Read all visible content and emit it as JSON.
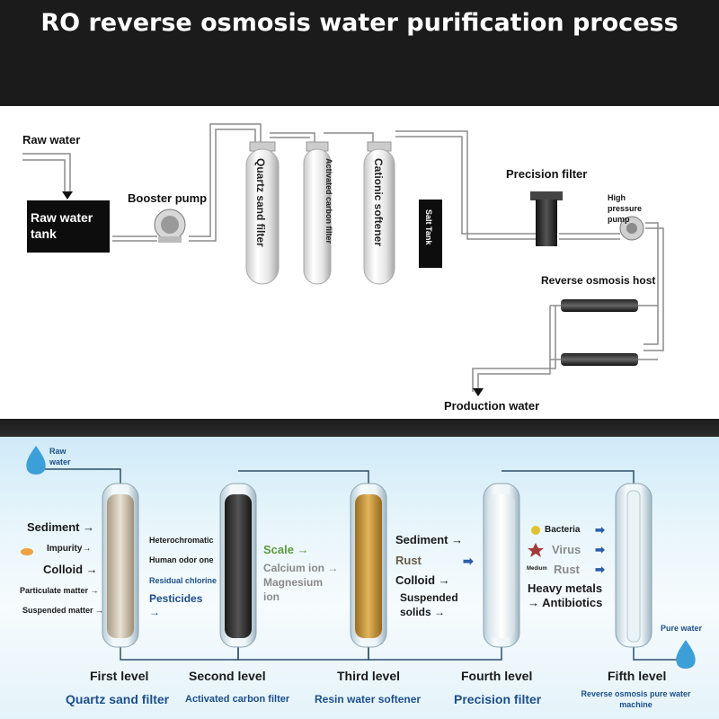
{
  "header": {
    "title": "RO reverse osmosis water purification process"
  },
  "top": {
    "raw_water": "Raw water",
    "raw_water_tank": "Raw water tank",
    "booster_pump": "Booster pump",
    "quartz_sand_filter": "Quartz sand filter",
    "activated_carbon_filter": "Activated carbon filter",
    "cationic_softener": "Cationic softener",
    "salt_tank": "Salt Tank",
    "precision_filter": "Precision filter",
    "high_pressure_pump": "High pressure pump",
    "ro_host": "Reverse osmosis host",
    "production_water": "Production water"
  },
  "bottom": {
    "raw_water": "Raw water",
    "pure_water": "Pure water",
    "levels": [
      {
        "level": "First level",
        "name": "Quartz sand filter"
      },
      {
        "level": "Second level",
        "name": "Activated carbon filter"
      },
      {
        "level": "Third level",
        "name": "Resin water softener"
      },
      {
        "level": "Fourth level",
        "name": "Precision filter"
      },
      {
        "level": "Fifth level",
        "name": "Reverse osmosis pure water machine"
      }
    ],
    "stage1": [
      "Sediment",
      "Impurity",
      "Colloid",
      "Particulate matter",
      "Suspended matter"
    ],
    "stage2": [
      "Heterochromatic",
      "Human odor one",
      "Residual chlorine",
      "Pesticides"
    ],
    "stage3": [
      "Scale",
      "Calcium ion",
      "Magnesium",
      "ion"
    ],
    "stage4": [
      "Sediment",
      "Rust",
      "Colloid",
      "Suspended",
      "solids"
    ],
    "stage5": [
      "Bacteria",
      "Virus",
      "Rust",
      "Heavy metals",
      "Antibiotics"
    ],
    "stage5_small": "Medium",
    "arrow": "→"
  },
  "colors": {
    "header_bg": "#1b1b1b",
    "accent_blue": "#1c4f8a",
    "scale_green": "#5c9a3c"
  }
}
